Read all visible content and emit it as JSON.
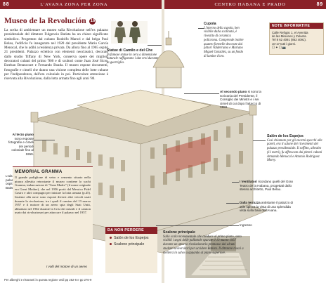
{
  "header": {
    "left_page": "88",
    "left_running": "L'AVANA ZONA PER ZONA",
    "right_running": "CENTRO HABANA E PRADO",
    "right_page": "89"
  },
  "title": {
    "text": "Museo de la Revolución",
    "number": "16"
  },
  "intro": "La scelta di ambientare un museo sulla Rivoluzione nell'ex palazzo presidenziale del dittatore Fulgencio Batista ha un chiaro significato simbolico. Progettato dal cubano Rodolfo Maruri e dal belga Paul Belau, l'edificio fu inaugurato nel 1920 dal presidente Mario García Menocal, che lo adibì a residenza privata. Da allora fino al 1965 ospitò 21 presidenti. Palazzo eclettico con elementi neoclassici, decorato dallo studio Tiffany di New York, conserva opere dei migliori decoratori cubani del primo '900 e di scultori come Juan José Sicre, Esteban Betancourt e Fernando Boada. Il museo espone documenti, fotografie e cimeli che danno una visione completa delle lotte cubane per l'indipendenza, dall'era coloniale in poi. Particolare attenzione è riservata alla Rivoluzione, dalla lotta armata fino agli anni '80.",
  "captions": {
    "statue": {
      "title": "Statue di Camilo e del Che",
      "text": "In famose statue in cera a dimensione naturale raffigurano i due eroi durante la guerriglia."
    },
    "cupola": {
      "title": "Cupola",
      "text": "L'interno della cupola, ben visibile dalla scalinata, è rivestito di ceramica policroma. Comprende inoltre quattro formelle decorate dai pittori Valderrama e Mariano Miguel González, su un fondo di lamine d'oro."
    },
    "secondo": {
      "title": "Al secondo piano",
      "text": "si sono la scrivania del Presidente, il Consiglio dei Ministri e i sei cimeli di cui dopo l'attacco di 1959."
    },
    "terzo": {
      "title": "Al terzo piano",
      "text": "sono esposte fotografie e cimeli dei periodi coloniale fino al 1959."
    },
    "vista": {
      "text": "L'ala laterale del palazzo che ospitava l'ufficio di Batista."
    },
    "espejos": {
      "title": "Salón de los Espejos",
      "text": "Così chiamato per gli enormi specchi alle pareti, era il salone dei ricevimenti del palazzo presidenziale. Il soffitto, allestito (11 metri), fu affrescato dai pittori cubani Armando Menocal e Antonio Rodríguez Morey."
    },
    "ventilatori": {
      "title": "I Ventilatori",
      "text": "ricordano quelli del Gran Teatro de la Habana, progettati dallo stesso architetto, Paul Belau."
    },
    "terrazza": {
      "title": "Dalla terrazza",
      "text": "antistante il palazzo di stile spicca la vista di una splendida vista sulla baia dell'Avana."
    },
    "ingresso": {
      "text": "Ingresso"
    },
    "scalone": {
      "title": "Scalone principale",
      "text": "Sulla scala monumentale che conduce al primo piano, sono visibili i segni delle pallottole sparate il 13 marzo 1957 durante un attacco rivoluzionario promosso dai alcuni studenti universitari per uccidere Batista. Il dittatore riuscì a mettersi in salvo scappando al piano superiore."
    },
    "foto_mem": {
      "text": "I volti del motore di un aereo"
    }
  },
  "info": {
    "heading": "NOTE INFORMATIVE",
    "lines": [
      "Calle Refugio 1, el Avenida",
      "de las Misiones y Zulueta.",
      "Tel 8 62 4091 (862 4091).",
      "10-17 tutti i giorni.",
      "☐ ✦ ☐ 📷"
    ]
  },
  "memorial": {
    "heading": "MEMORIAL GRANMA",
    "text": "Il grande padiglione di vetro e cemento situato nella piazza allestita retrostante il museo contiene lo yacht Granma, imbarcazione di \"Gran Madre\" (il nome originale era Great Mother), che nel 1956 portò dal Messico Fidel Castro e altri compagni per iniziare la lotta armata (p.45). Insieme alla nave sono esposti diversi altri veicoli usati durante la rivoluzione, tra i quali il camion del 13 marzo 1957 e il motore di un aereo spia degli Stati Uniti, abbattuto nel 1962 durante la Crisi dei missili e il camion usato dai rivoluzionari per attaccare il palazzo nel 1957."
  },
  "non_perdere": {
    "heading": "DA NON PERDERE",
    "items": [
      "Salón de los Espejos",
      "Scalone principale"
    ]
  },
  "footer": "Per alberghi e ristoranti in questa regione vedi pp 252-6 e pp 276-9",
  "colors": {
    "accent": "#8a2128",
    "panel": "#f4ecdc"
  }
}
